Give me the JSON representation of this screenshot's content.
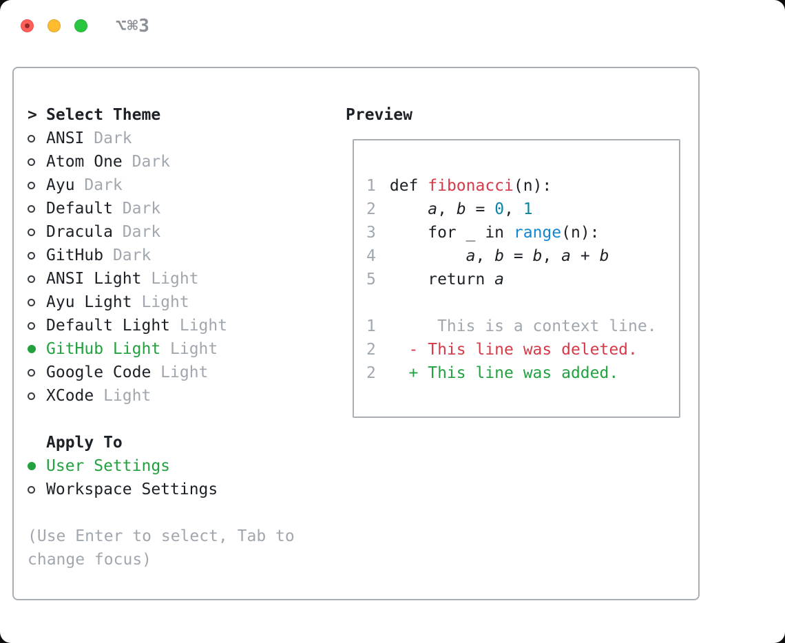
{
  "colors": {
    "fg": "#1c2127",
    "gray": "#a0a7ae",
    "green": "#23a13f",
    "red": "#d63a49",
    "blue": "#1386d2",
    "teal": "#0b84a5",
    "border": "#a8aeb4",
    "light_red": "#ff5f57",
    "light_yellow": "#febc2e",
    "light_green": "#29c73f",
    "shortcut": "#8b9096"
  },
  "window": {
    "shortcut_label": "⌥⌘3"
  },
  "theme_selector": {
    "prompt": ">",
    "title": "Select Theme",
    "items": [
      {
        "name": "ANSI",
        "variant": "Dark",
        "selected": false
      },
      {
        "name": "Atom One",
        "variant": "Dark",
        "selected": false
      },
      {
        "name": "Ayu",
        "variant": "Dark",
        "selected": false
      },
      {
        "name": "Default",
        "variant": "Dark",
        "selected": false
      },
      {
        "name": "Dracula",
        "variant": "Dark",
        "selected": false
      },
      {
        "name": "GitHub",
        "variant": "Dark",
        "selected": false
      },
      {
        "name": "ANSI Light",
        "variant": "Light",
        "selected": false
      },
      {
        "name": "Ayu Light",
        "variant": "Light",
        "selected": false
      },
      {
        "name": "Default Light",
        "variant": "Light",
        "selected": false
      },
      {
        "name": "GitHub Light",
        "variant": "Light",
        "selected": true
      },
      {
        "name": "Google Code",
        "variant": "Light",
        "selected": false
      },
      {
        "name": "XCode",
        "variant": "Light",
        "selected": false
      }
    ]
  },
  "apply_to": {
    "title": "Apply To",
    "options": [
      {
        "label": "User Settings",
        "selected": true
      },
      {
        "label": "Workspace Settings",
        "selected": false
      }
    ]
  },
  "hint_lines": [
    "(Use Enter to select, Tab to",
    "change focus)"
  ],
  "preview": {
    "title": "Preview",
    "lines": [
      {
        "num": "1",
        "segments": [
          {
            "t": " def ",
            "s": "fg"
          },
          {
            "t": "fibonacci",
            "s": "red"
          },
          {
            "t": "(n):",
            "s": "fg"
          }
        ]
      },
      {
        "num": "2",
        "segments": [
          {
            "t": "     ",
            "s": "fg"
          },
          {
            "t": "a",
            "s": "var"
          },
          {
            "t": ", ",
            "s": "fg"
          },
          {
            "t": "b",
            "s": "var"
          },
          {
            "t": " = ",
            "s": "fg"
          },
          {
            "t": "0",
            "s": "num"
          },
          {
            "t": ", ",
            "s": "fg"
          },
          {
            "t": "1",
            "s": "num"
          }
        ]
      },
      {
        "num": "3",
        "segments": [
          {
            "t": "     for _ in ",
            "s": "fg"
          },
          {
            "t": "range",
            "s": "blue"
          },
          {
            "t": "(n):",
            "s": "fg"
          }
        ]
      },
      {
        "num": "4",
        "segments": [
          {
            "t": "         ",
            "s": "fg"
          },
          {
            "t": "a",
            "s": "var"
          },
          {
            "t": ", ",
            "s": "fg"
          },
          {
            "t": "b",
            "s": "var"
          },
          {
            "t": " = ",
            "s": "fg"
          },
          {
            "t": "b",
            "s": "var"
          },
          {
            "t": ", ",
            "s": "fg"
          },
          {
            "t": "a",
            "s": "var"
          },
          {
            "t": " + ",
            "s": "fg"
          },
          {
            "t": "b",
            "s": "var"
          }
        ]
      },
      {
        "num": "5",
        "segments": [
          {
            "t": "     return ",
            "s": "fg"
          },
          {
            "t": "a",
            "s": "var"
          }
        ]
      },
      {
        "num": "",
        "segments": []
      },
      {
        "num": "1",
        "segments": [
          {
            "t": "      This is a context line.",
            "s": "ctx"
          }
        ]
      },
      {
        "num": "2",
        "segments": [
          {
            "t": "   - This line was deleted.",
            "s": "del"
          }
        ]
      },
      {
        "num": "2",
        "segments": [
          {
            "t": "   + This line was added.",
            "s": "add"
          }
        ]
      }
    ]
  }
}
